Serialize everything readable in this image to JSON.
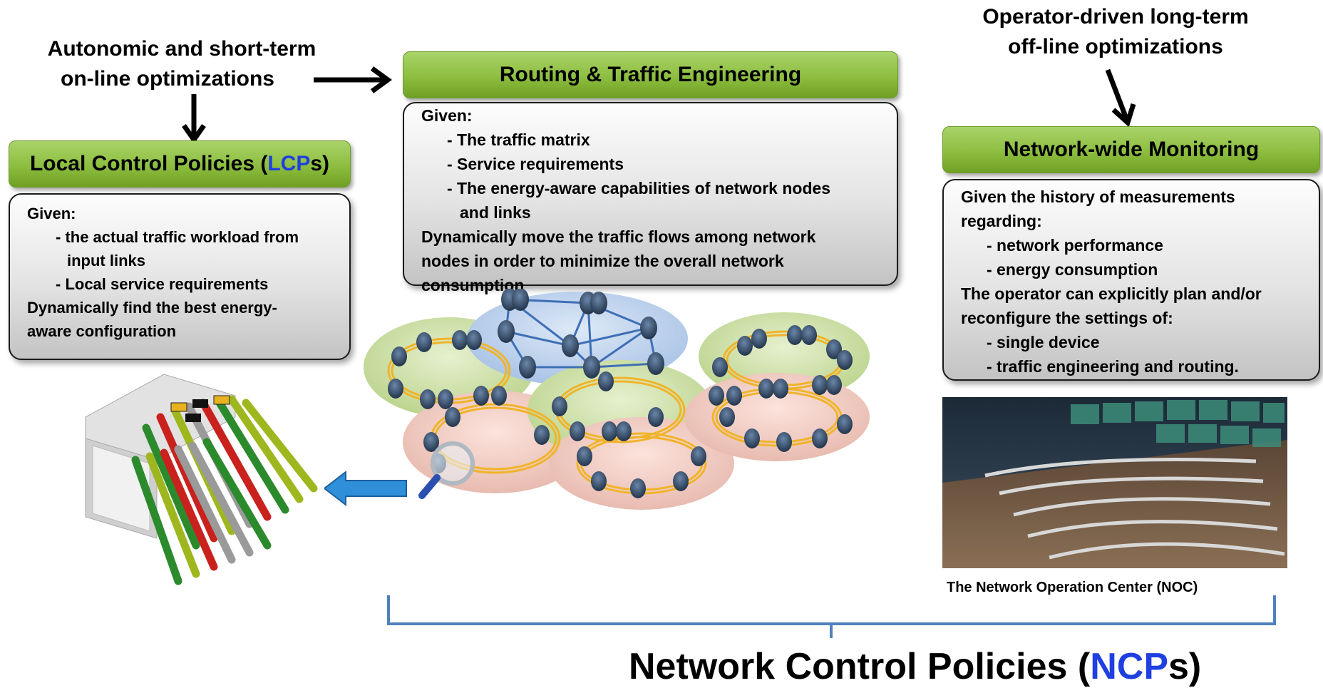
{
  "captions": {
    "autonomic_line1": "Autonomic and short-term",
    "autonomic_line2": "on-line optimizations",
    "operator_line1": "Operator-driven long-term",
    "operator_line2": "off-line optimizations"
  },
  "lcp": {
    "title_pre": "Local Control Policies (",
    "title_abbr": "LCP",
    "title_post": "s)",
    "given": "Given:",
    "items": [
      "- the actual traffic workload from",
      "input links",
      "- Local service requirements"
    ],
    "outcome_1": "Dynamically find the best energy-",
    "outcome_2": "aware configuration"
  },
  "rte": {
    "title": "Routing & Traffic Engineering",
    "given": "Given:",
    "items": [
      "- The traffic matrix",
      "- Service requirements",
      "- The energy-aware capabilities of network nodes",
      "and links"
    ],
    "outcome_1": "Dynamically move the traffic flows among network",
    "outcome_2": "nodes in order to minimize the overall network",
    "outcome_3": "consumption"
  },
  "monitoring": {
    "title": "Network-wide Monitoring",
    "intro_1": "Given the history of measurements",
    "intro_2": "regarding:",
    "items_a": [
      "- network performance",
      "- energy consumption"
    ],
    "middle_1": "The operator can explicitly plan and/or",
    "middle_2": "reconfigure the settings of:",
    "items_b": [
      "- single device",
      "- traffic engineering and routing."
    ]
  },
  "noc_caption": "The Network Operation Center (NOC)",
  "ncp": {
    "title_pre": "Network Control Policies (",
    "title_abbr": "NCP",
    "title_post": "s)"
  },
  "colors": {
    "header_green": "#8dbe3f",
    "abbr_blue": "#1f3fe0",
    "bracket_blue": "#4f81bd",
    "arrow_blue": "#2f8fd8"
  }
}
